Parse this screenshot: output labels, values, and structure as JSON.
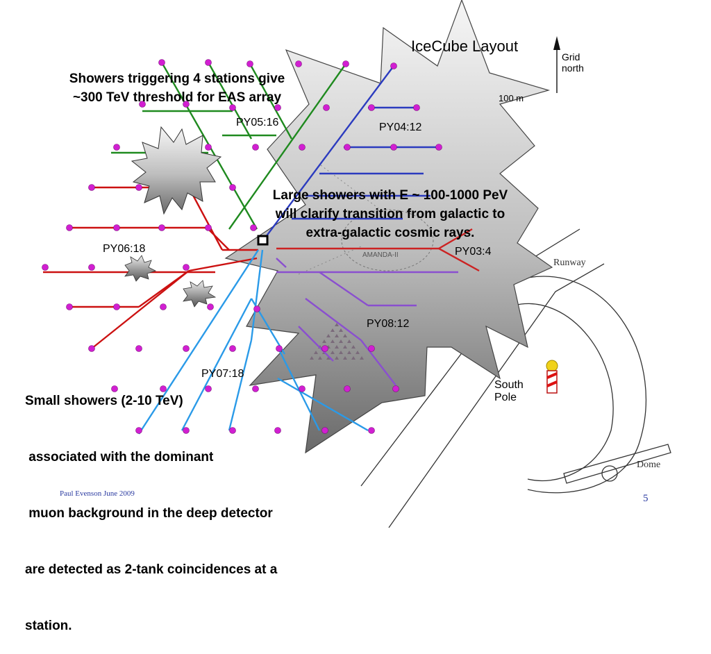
{
  "slide": {
    "layout_title": "IceCube Layout",
    "grid_north": [
      "Grid",
      "north"
    ],
    "scale_label": "100 m",
    "amanda_label": "AMANDA-II",
    "runway_label": "Runway",
    "south_pole_label": [
      "South",
      "Pole"
    ],
    "dome_label": "Dome",
    "annotation_top": [
      "Showers triggering 4 stations give",
      "~300 TeV threshold for EAS array"
    ],
    "annotation_large": [
      "Large showers with E ~ 100-1000 PeV",
      "will clarify transition from galactic to",
      "extra-galactic cosmic rays."
    ],
    "annotation_small": [
      "Small showers (2-10 TeV)",
      " associated with the dominant",
      " muon background in the deep detector",
      "are detected as 2-tank coincidences at a",
      "station."
    ],
    "footer_author": "Paul Evenson  June 2009",
    "page_number": "5"
  },
  "strings": [
    {
      "name": "PY05:16",
      "color": "#1f8a1f"
    },
    {
      "name": "PY04:12",
      "color": "#2b3bbf"
    },
    {
      "name": "PY06:18",
      "color": "#cc1111"
    },
    {
      "name": "PY03:4",
      "color": "#cc2222"
    },
    {
      "name": "PY08:12",
      "color": "#8a4fcf"
    },
    {
      "name": "PY07:18",
      "color": "#2a9ae8"
    }
  ],
  "colors": {
    "station_dot": "#d11fd1",
    "burst_fill_light": "#f5f5f5",
    "burst_fill_dark": "#6e6e6e"
  }
}
